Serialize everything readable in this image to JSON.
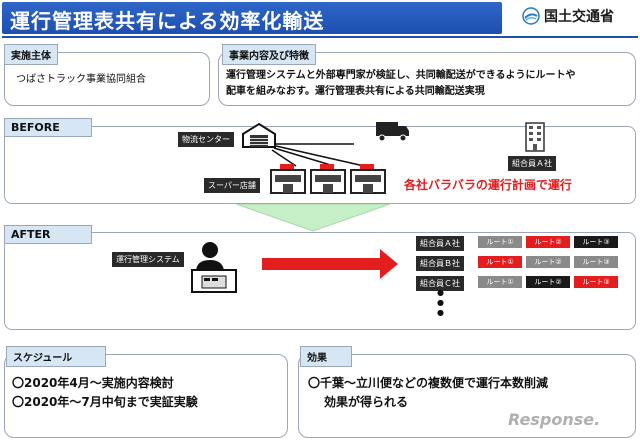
{
  "header": {
    "title": "運行管理表共有による効率化輸送",
    "ministry": "国土交通省"
  },
  "implementer": {
    "label": "実施主体",
    "value": "つばさトラック事業協同組合"
  },
  "business": {
    "label": "事業内容及び特徴",
    "line1": "運行管理システムと外部専門家が検証し、共同輸配送ができるようにルートや",
    "line2": "配車を組みなおす。運行管理表共有による共同輸配送実現"
  },
  "before": {
    "label": "BEFORE",
    "distribution_center": "物流センター",
    "supermarket": "スーパー店舗",
    "member_a": "組合員Ａ社",
    "warning": "各社バラバラの運行計画で運行"
  },
  "after": {
    "label": "AFTER",
    "system": "運行管理システム",
    "companies": [
      {
        "name": "組合員Ａ社",
        "routes": [
          "ルート①",
          "ルート②",
          "ルート③"
        ],
        "colors": [
          "grey",
          "red",
          "black"
        ]
      },
      {
        "name": "組合員Ｂ社",
        "routes": [
          "ルート①",
          "ルート②",
          "ルート③"
        ],
        "colors": [
          "red",
          "grey",
          "grey"
        ]
      },
      {
        "name": "組合員Ｃ社",
        "routes": [
          "ルート①",
          "ルート②",
          "ルート③"
        ],
        "colors": [
          "grey",
          "black",
          "red"
        ]
      }
    ],
    "ellipsis": "●"
  },
  "schedule": {
    "label": "スケジュール",
    "line1": "〇2020年4月～実施内容検討",
    "line2": "〇2020年～7月中旬まで実証実験"
  },
  "effect": {
    "label": "効果",
    "line1": "〇千葉～立川便などの複数便で運行本数削減",
    "line2": "効果が得られる"
  },
  "watermark": "Response.",
  "colors": {
    "title_blue": "#1d4fb0",
    "tag_blue": "#d6e6f5",
    "alert_red": "#e41e1e",
    "chevron_green": "#c7efc7"
  }
}
